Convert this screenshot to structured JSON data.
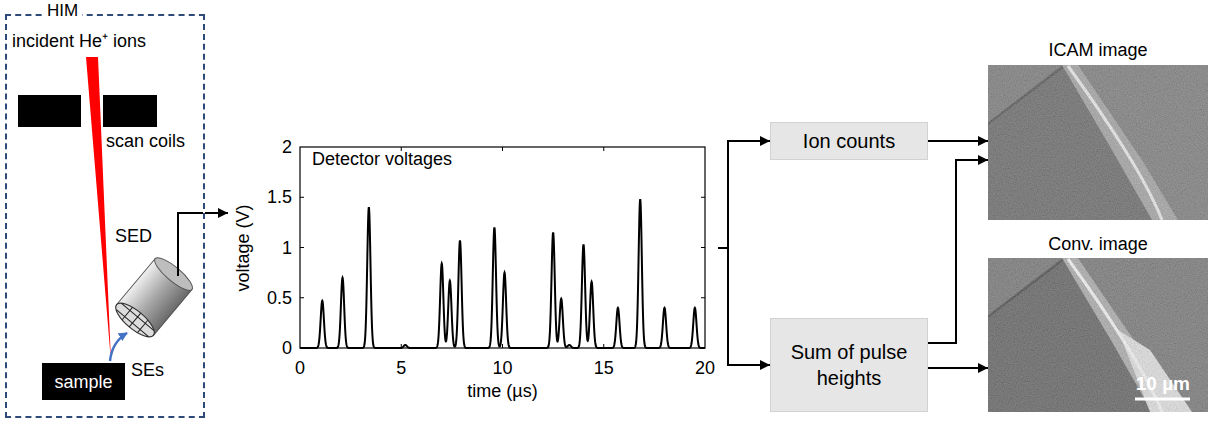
{
  "diagram": {
    "nodes": [
      {
        "text": [
          "HIM"
        ]
      },
      {
        "text": [
          "sample"
        ],
        "in": 0
      },
      {
        "text": [
          "Detector voltages"
        ]
      },
      {
        "text": [
          "Ion counts"
        ]
      },
      {
        "text": [
          "Sum of pulse heights"
        ]
      },
      {
        "text": [
          "ICAM image"
        ]
      },
      {
        "text": [
          "Conv. image",
          "10 µm"
        ]
      }
    ],
    "edges": [
      {
        "from": 0,
        "to": 2,
        "arrow": "to"
      },
      {
        "from": 2,
        "to": 3,
        "arrow": "to"
      },
      {
        "from": 2,
        "to": 4,
        "arrow": "to"
      },
      {
        "from": 3,
        "to": 5,
        "arrow": "to"
      },
      {
        "from": 4,
        "to": 5,
        "arrow": "to"
      },
      {
        "from": 4,
        "to": 6,
        "arrow": "to"
      }
    ],
    "labels": [
      "incident He⁺ ions",
      "scan coils",
      "SED",
      "SEs",
      "2",
      "1.5",
      "1",
      "0.5",
      "0",
      "0",
      "5",
      "10",
      "15",
      "20",
      "voltage (V)",
      "time (µs)"
    ]
  }
}
